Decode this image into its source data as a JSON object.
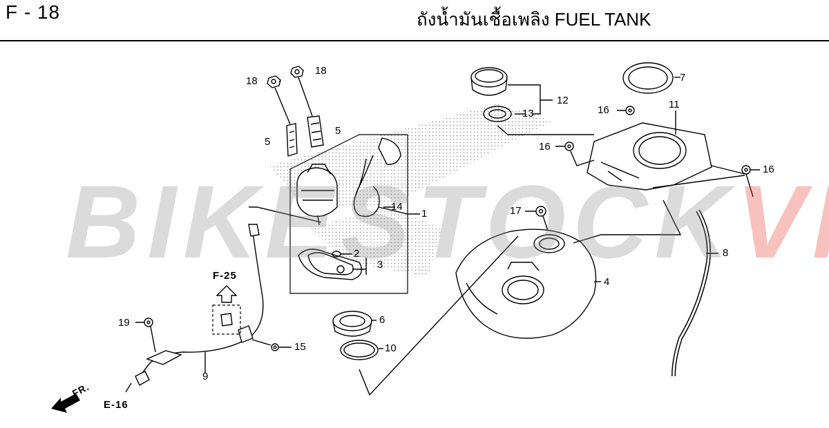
{
  "header": {
    "code": "F - 18",
    "title": "ถังน้ำมันเชื้อเพลิง  FUEL TANK"
  },
  "watermark": {
    "main": "BIKESTOCK",
    "accent": "VN",
    "main_color": "#8a8a8a",
    "accent_color": "#e8342b"
  },
  "colors": {
    "line": "#000000",
    "dot_pattern": "#9a9a9a"
  },
  "callouts": {
    "c1": "1",
    "c2": "2",
    "c3": "3",
    "c4": "4",
    "c5a": "5",
    "c5b": "5",
    "c6": "6",
    "c7": "7",
    "c8": "8",
    "c9": "9",
    "c10": "10",
    "c11": "11",
    "c12": "12",
    "c13": "13",
    "c14": "14",
    "c15": "15",
    "c16a": "16",
    "c16b": "16",
    "c16c": "16",
    "c17": "17",
    "c18a": "18",
    "c18b": "18",
    "c19": "19"
  },
  "refs": {
    "f25": "F-25",
    "e16": "E-16",
    "fr": "FR."
  },
  "icons": {
    "up_arrow": "hollow-up-arrow-icon",
    "front_arrow": "front-direction-arrow-icon"
  }
}
